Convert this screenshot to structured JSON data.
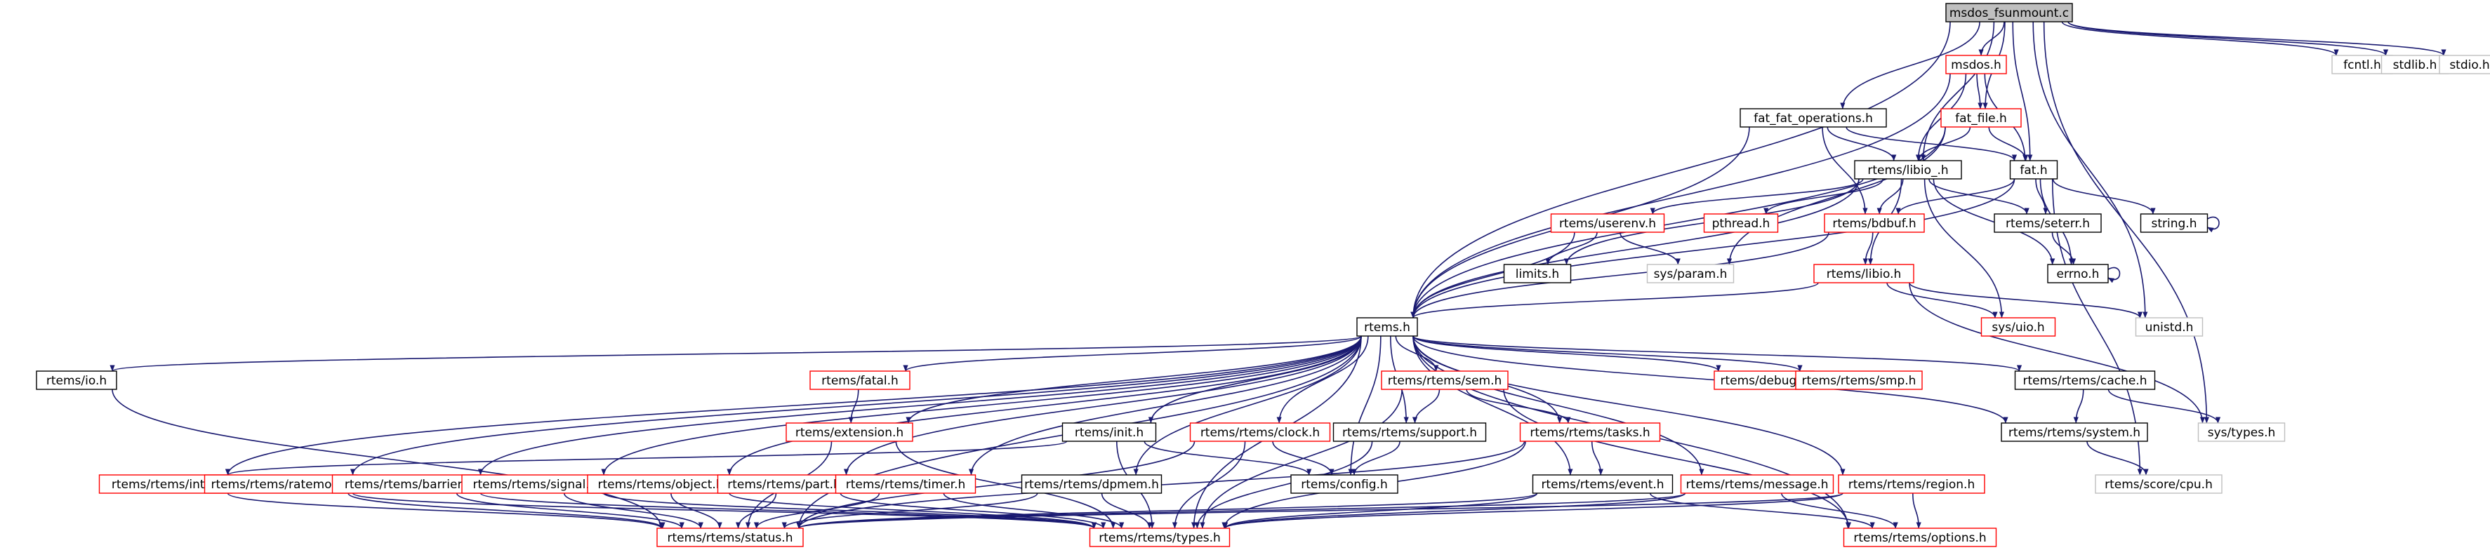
{
  "root": "msdos_fsunmount.c",
  "node_styles": {
    "root": {
      "fill": "#bfbfbf",
      "stroke": "#000000",
      "text": "#000000"
    },
    "normal": {
      "fill": "#ffffff",
      "stroke": "#000000",
      "text": "#000000"
    },
    "linked": {
      "fill": "#ffffff",
      "stroke": "#ff0000",
      "text": "#000000"
    },
    "external": {
      "fill": "#ffffff",
      "stroke": "#bfbfbf",
      "text": "#000000"
    }
  },
  "edge_color": "#191970",
  "nodes": [
    {
      "id": "msdos_fsunmount_c",
      "label": "msdos_fsunmount.c",
      "style": "root"
    },
    {
      "id": "fcntl_h",
      "label": "fcntl.h",
      "style": "external"
    },
    {
      "id": "stdlib_h",
      "label": "stdlib.h",
      "style": "external"
    },
    {
      "id": "stdio_h",
      "label": "stdio.h",
      "style": "external"
    },
    {
      "id": "msdos_h",
      "label": "msdos.h",
      "style": "linked"
    },
    {
      "id": "fat_fat_operations_h",
      "label": "fat_fat_operations.h",
      "style": "normal"
    },
    {
      "id": "fat_file_h",
      "label": "fat_file.h",
      "style": "linked"
    },
    {
      "id": "rtems_libio__h",
      "label": "rtems/libio_.h",
      "style": "normal"
    },
    {
      "id": "fat_h",
      "label": "fat.h",
      "style": "normal"
    },
    {
      "id": "rtems_userenv_h",
      "label": "rtems/userenv.h",
      "style": "linked"
    },
    {
      "id": "pthread_h",
      "label": "pthread.h",
      "style": "linked"
    },
    {
      "id": "rtems_bdbuf_h",
      "label": "rtems/bdbuf.h",
      "style": "linked"
    },
    {
      "id": "rtems_seterr_h",
      "label": "rtems/seterr.h",
      "style": "normal"
    },
    {
      "id": "string_h",
      "label": "string.h",
      "style": "normal"
    },
    {
      "id": "limits_h",
      "label": "limits.h",
      "style": "normal"
    },
    {
      "id": "sys_param_h",
      "label": "sys/param.h",
      "style": "external"
    },
    {
      "id": "errno_h",
      "label": "errno.h",
      "style": "normal"
    },
    {
      "id": "rtems_libio_h",
      "label": "rtems/libio.h",
      "style": "linked"
    },
    {
      "id": "rtems_h",
      "label": "rtems.h",
      "style": "normal"
    },
    {
      "id": "sys_uio_h",
      "label": "sys/uio.h",
      "style": "linked"
    },
    {
      "id": "unistd_h",
      "label": "unistd.h",
      "style": "external"
    },
    {
      "id": "rtems_io_h",
      "label": "rtems/io.h",
      "style": "normal"
    },
    {
      "id": "rtems_fatal_h",
      "label": "rtems/fatal.h",
      "style": "linked"
    },
    {
      "id": "rtems_rtems_sem_h",
      "label": "rtems/rtems/sem.h",
      "style": "linked"
    },
    {
      "id": "rtems_debug_h",
      "label": "rtems/debug.h",
      "style": "linked"
    },
    {
      "id": "rtems_rtems_smp_h",
      "label": "rtems/rtems/smp.h",
      "style": "linked"
    },
    {
      "id": "rtems_rtems_cache_h",
      "label": "rtems/rtems/cache.h",
      "style": "normal"
    },
    {
      "id": "rtems_extension_h",
      "label": "rtems/extension.h",
      "style": "linked"
    },
    {
      "id": "rtems_init_h",
      "label": "rtems/init.h",
      "style": "normal"
    },
    {
      "id": "rtems_rtems_clock_h",
      "label": "rtems/rtems/clock.h",
      "style": "linked"
    },
    {
      "id": "rtems_rtems_support_h",
      "label": "rtems/rtems/support.h",
      "style": "normal"
    },
    {
      "id": "rtems_rtems_tasks_h",
      "label": "rtems/rtems/tasks.h",
      "style": "linked"
    },
    {
      "id": "rtems_rtems_system_h",
      "label": "rtems/rtems/system.h",
      "style": "normal"
    },
    {
      "id": "sys_types_h",
      "label": "sys/types.h",
      "style": "external"
    },
    {
      "id": "rtems_config_h",
      "label": "rtems/config.h",
      "style": "normal"
    },
    {
      "id": "rtems_score_cpu_h",
      "label": "rtems/score/cpu.h",
      "style": "external"
    },
    {
      "id": "rtems_rtems_intr_h",
      "label": "rtems/rtems/intr.h",
      "style": "linked"
    },
    {
      "id": "rtems_rtems_ratemon_h",
      "label": "rtems/rtems/ratemon.h",
      "style": "linked"
    },
    {
      "id": "rtems_rtems_barrier_h",
      "label": "rtems/rtems/barrier.h",
      "style": "linked"
    },
    {
      "id": "rtems_rtems_signal_h",
      "label": "rtems/rtems/signal.h",
      "style": "linked"
    },
    {
      "id": "rtems_rtems_object_h",
      "label": "rtems/rtems/object.h",
      "style": "linked"
    },
    {
      "id": "rtems_rtems_part_h",
      "label": "rtems/rtems/part.h",
      "style": "linked"
    },
    {
      "id": "rtems_rtems_timer_h",
      "label": "rtems/rtems/timer.h",
      "style": "linked"
    },
    {
      "id": "rtems_rtems_dpmem_h",
      "label": "rtems/rtems/dpmem.h",
      "style": "normal"
    },
    {
      "id": "rtems_rtems_event_h",
      "label": "rtems/rtems/event.h",
      "style": "normal"
    },
    {
      "id": "rtems_rtems_message_h",
      "label": "rtems/rtems/message.h",
      "style": "linked"
    },
    {
      "id": "rtems_rtems_region_h",
      "label": "rtems/rtems/region.h",
      "style": "linked"
    },
    {
      "id": "rtems_rtems_status_h",
      "label": "rtems/rtems/status.h",
      "style": "linked"
    },
    {
      "id": "rtems_rtems_types_h",
      "label": "rtems/rtems/types.h",
      "style": "linked"
    },
    {
      "id": "rtems_rtems_options_h",
      "label": "rtems/rtems/options.h",
      "style": "linked"
    }
  ],
  "edges": [
    [
      "msdos_fsunmount_c",
      "fcntl_h"
    ],
    [
      "msdos_fsunmount_c",
      "stdlib_h"
    ],
    [
      "msdos_fsunmount_c",
      "stdio_h"
    ],
    [
      "msdos_fsunmount_c",
      "msdos_h"
    ],
    [
      "msdos_fsunmount_c",
      "fat_fat_operations_h"
    ],
    [
      "msdos_fsunmount_c",
      "fat_file_h"
    ],
    [
      "msdos_fsunmount_c",
      "rtems_libio__h"
    ],
    [
      "msdos_fsunmount_c",
      "fat_h"
    ],
    [
      "msdos_fsunmount_c",
      "rtems_h"
    ],
    [
      "msdos_fsunmount_c",
      "unistd_h"
    ],
    [
      "msdos_fsunmount_c",
      "sys_types_h"
    ],
    [
      "msdos_h",
      "fat_file_h"
    ],
    [
      "msdos_h",
      "rtems_libio__h"
    ],
    [
      "msdos_h",
      "fat_h"
    ],
    [
      "msdos_h",
      "rtems_h"
    ],
    [
      "fat_fat_operations_h",
      "rtems_libio__h"
    ],
    [
      "fat_fat_operations_h",
      "fat_h"
    ],
    [
      "fat_fat_operations_h",
      "rtems_bdbuf_h"
    ],
    [
      "fat_fat_operations_h",
      "rtems_h"
    ],
    [
      "fat_file_h",
      "rtems_libio__h"
    ],
    [
      "fat_file_h",
      "fat_h"
    ],
    [
      "fat_file_h",
      "sys_param_h"
    ],
    [
      "fat_file_h",
      "rtems_h"
    ],
    [
      "rtems_libio__h",
      "rtems_userenv_h"
    ],
    [
      "rtems_libio__h",
      "pthread_h"
    ],
    [
      "rtems_libio__h",
      "rtems_bdbuf_h"
    ],
    [
      "rtems_libio__h",
      "rtems_seterr_h"
    ],
    [
      "rtems_libio__h",
      "limits_h"
    ],
    [
      "rtems_libio__h",
      "errno_h"
    ],
    [
      "rtems_libio__h",
      "rtems_libio_h"
    ],
    [
      "rtems_libio__h",
      "rtems_h"
    ],
    [
      "rtems_libio__h",
      "sys_uio_h"
    ],
    [
      "fat_h",
      "rtems_bdbuf_h"
    ],
    [
      "fat_h",
      "rtems_seterr_h"
    ],
    [
      "fat_h",
      "string_h"
    ],
    [
      "fat_h",
      "errno_h"
    ],
    [
      "fat_h",
      "rtems_h"
    ],
    [
      "fat_h",
      "rtems_score_cpu_h"
    ],
    [
      "string_h",
      "string_h"
    ],
    [
      "errno_h",
      "errno_h"
    ],
    [
      "rtems_seterr_h",
      "errno_h"
    ],
    [
      "rtems_userenv_h",
      "limits_h"
    ],
    [
      "rtems_userenv_h",
      "sys_param_h"
    ],
    [
      "rtems_userenv_h",
      "rtems_h"
    ],
    [
      "rtems_bdbuf_h",
      "rtems_libio_h"
    ],
    [
      "rtems_bdbuf_h",
      "rtems_h"
    ],
    [
      "rtems_libio_h",
      "rtems_h"
    ],
    [
      "rtems_libio_h",
      "sys_uio_h"
    ],
    [
      "rtems_libio_h",
      "unistd_h"
    ],
    [
      "rtems_libio_h",
      "sys_types_h"
    ],
    [
      "rtems_h",
      "rtems_io_h"
    ],
    [
      "rtems_h",
      "rtems_fatal_h"
    ],
    [
      "rtems_h",
      "rtems_rtems_sem_h"
    ],
    [
      "rtems_h",
      "rtems_debug_h"
    ],
    [
      "rtems_h",
      "rtems_rtems_smp_h"
    ],
    [
      "rtems_h",
      "rtems_rtems_cache_h"
    ],
    [
      "rtems_h",
      "rtems_extension_h"
    ],
    [
      "rtems_h",
      "rtems_init_h"
    ],
    [
      "rtems_h",
      "rtems_rtems_clock_h"
    ],
    [
      "rtems_h",
      "rtems_rtems_support_h"
    ],
    [
      "rtems_h",
      "rtems_rtems_tasks_h"
    ],
    [
      "rtems_h",
      "rtems_rtems_system_h"
    ],
    [
      "rtems_h",
      "rtems_config_h"
    ],
    [
      "rtems_h",
      "rtems_rtems_intr_h"
    ],
    [
      "rtems_h",
      "rtems_rtems_ratemon_h"
    ],
    [
      "rtems_h",
      "rtems_rtems_barrier_h"
    ],
    [
      "rtems_h",
      "rtems_rtems_signal_h"
    ],
    [
      "rtems_h",
      "rtems_rtems_object_h"
    ],
    [
      "rtems_h",
      "rtems_rtems_part_h"
    ],
    [
      "rtems_h",
      "rtems_rtems_timer_h"
    ],
    [
      "rtems_h",
      "rtems_rtems_dpmem_h"
    ],
    [
      "rtems_h",
      "rtems_rtems_event_h"
    ],
    [
      "rtems_h",
      "rtems_rtems_message_h"
    ],
    [
      "rtems_h",
      "rtems_rtems_region_h"
    ],
    [
      "rtems_h",
      "rtems_rtems_status_h"
    ],
    [
      "rtems_h",
      "rtems_rtems_types_h"
    ],
    [
      "rtems_h",
      "rtems_rtems_options_h"
    ],
    [
      "rtems_io_h",
      "rtems_rtems_status_h"
    ],
    [
      "rtems_fatal_h",
      "rtems_extension_h"
    ],
    [
      "rtems_extension_h",
      "rtems_rtems_status_h"
    ],
    [
      "rtems_extension_h",
      "rtems_rtems_types_h"
    ],
    [
      "rtems_init_h",
      "rtems_rtems_intr_h"
    ],
    [
      "rtems_init_h",
      "rtems_config_h"
    ],
    [
      "rtems_init_h",
      "rtems_rtems_types_h"
    ],
    [
      "rtems_rtems_clock_h",
      "rtems_config_h"
    ],
    [
      "rtems_rtems_clock_h",
      "rtems_rtems_status_h"
    ],
    [
      "rtems_rtems_clock_h",
      "rtems_rtems_types_h"
    ],
    [
      "rtems_rtems_sem_h",
      "rtems_rtems_support_h"
    ],
    [
      "rtems_rtems_sem_h",
      "rtems_rtems_tasks_h"
    ],
    [
      "rtems_rtems_sem_h",
      "rtems_rtems_types_h"
    ],
    [
      "rtems_rtems_sem_h",
      "rtems_rtems_options_h"
    ],
    [
      "rtems_rtems_support_h",
      "rtems_config_h"
    ],
    [
      "rtems_rtems_support_h",
      "rtems_rtems_types_h"
    ],
    [
      "rtems_rtems_tasks_h",
      "rtems_rtems_event_h"
    ],
    [
      "rtems_rtems_tasks_h",
      "rtems_rtems_status_h"
    ],
    [
      "rtems_rtems_tasks_h",
      "rtems_rtems_types_h"
    ],
    [
      "rtems_rtems_cache_h",
      "rtems_rtems_system_h"
    ],
    [
      "rtems_rtems_cache_h",
      "sys_types_h"
    ],
    [
      "rtems_rtems_system_h",
      "rtems_score_cpu_h"
    ],
    [
      "rtems_rtems_intr_h",
      "rtems_rtems_status_h"
    ],
    [
      "rtems_rtems_ratemon_h",
      "rtems_rtems_status_h"
    ],
    [
      "rtems_rtems_ratemon_h",
      "rtems_rtems_types_h"
    ],
    [
      "rtems_rtems_barrier_h",
      "rtems_rtems_status_h"
    ],
    [
      "rtems_rtems_barrier_h",
      "rtems_rtems_types_h"
    ],
    [
      "rtems_rtems_signal_h",
      "rtems_rtems_status_h"
    ],
    [
      "rtems_rtems_signal_h",
      "rtems_rtems_types_h"
    ],
    [
      "rtems_rtems_object_h",
      "rtems_rtems_status_h"
    ],
    [
      "rtems_rtems_object_h",
      "rtems_rtems_types_h"
    ],
    [
      "rtems_rtems_part_h",
      "rtems_rtems_status_h"
    ],
    [
      "rtems_rtems_part_h",
      "rtems_rtems_types_h"
    ],
    [
      "rtems_rtems_timer_h",
      "rtems_rtems_status_h"
    ],
    [
      "rtems_rtems_timer_h",
      "rtems_rtems_types_h"
    ],
    [
      "rtems_rtems_dpmem_h",
      "rtems_rtems_status_h"
    ],
    [
      "rtems_rtems_dpmem_h",
      "rtems_rtems_types_h"
    ],
    [
      "rtems_rtems_event_h",
      "rtems_rtems_status_h"
    ],
    [
      "rtems_rtems_event_h",
      "rtems_rtems_types_h"
    ],
    [
      "rtems_rtems_event_h",
      "rtems_rtems_options_h"
    ],
    [
      "rtems_rtems_message_h",
      "rtems_rtems_status_h"
    ],
    [
      "rtems_rtems_message_h",
      "rtems_rtems_types_h"
    ],
    [
      "rtems_rtems_message_h",
      "rtems_rtems_options_h"
    ],
    [
      "rtems_rtems_region_h",
      "rtems_rtems_status_h"
    ],
    [
      "rtems_rtems_region_h",
      "rtems_rtems_types_h"
    ],
    [
      "rtems_rtems_region_h",
      "rtems_rtems_options_h"
    ]
  ]
}
